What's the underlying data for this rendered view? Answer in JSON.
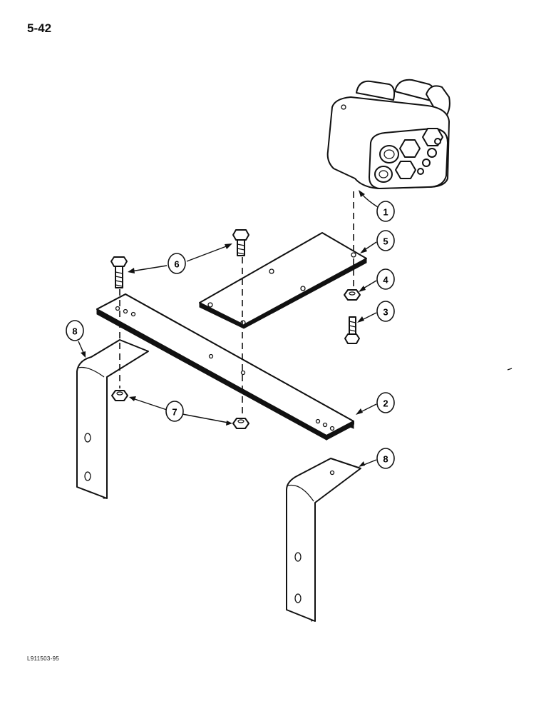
{
  "page": {
    "number": "5-42",
    "figure_ref": "L911503-95"
  },
  "callouts": {
    "c1": "1",
    "c2": "2",
    "c3": "3",
    "c4": "4",
    "c5": "5",
    "c6": "6",
    "c7": "7",
    "c8a": "8",
    "c8b": "8"
  },
  "colors": {
    "ink": "#111111",
    "paper": "#ffffff"
  }
}
